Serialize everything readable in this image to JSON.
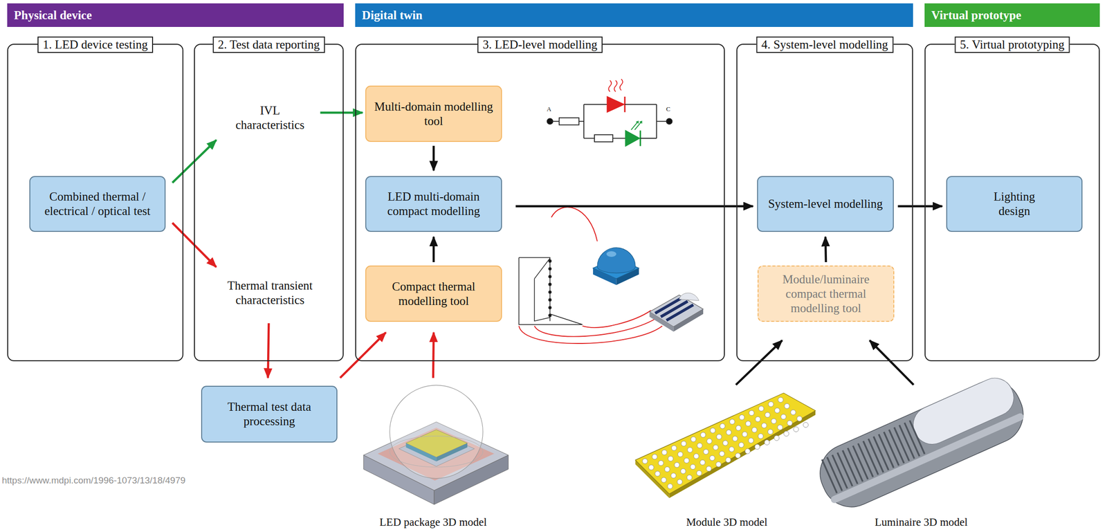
{
  "diagram": {
    "nodes": [
      {
        "text": [
          "Physical device"
        ]
      },
      {
        "text": [
          "Digital twin"
        ]
      },
      {
        "text": [
          "Virtual prototype"
        ]
      },
      {
        "text": [
          "1. LED device testing"
        ]
      },
      {
        "text": [
          "Combined thermal / electrical / optical test"
        ],
        "in": 3
      },
      {
        "text": [
          "2. Test data reporting"
        ]
      },
      {
        "text": [
          "IVL characteristics"
        ],
        "in": 5
      },
      {
        "text": [
          "Thermal transient characteristics"
        ],
        "in": 5
      },
      {
        "text": [
          "3. LED-level modelling"
        ]
      },
      {
        "text": [
          "Multi-domain modelling tool"
        ],
        "in": 8
      },
      {
        "text": [
          "LED multi-domain compact modelling"
        ],
        "in": 8
      },
      {
        "text": [
          "Compact thermal modelling tool"
        ],
        "in": 8
      },
      {
        "text": [
          "4. System-level modelling"
        ]
      },
      {
        "text": [
          "System-level modelling"
        ],
        "in": 12
      },
      {
        "text": [
          "Module/luminaire compact thermal modelling tool"
        ],
        "in": 12
      },
      {
        "text": [
          "5. Virtual prototyping"
        ]
      },
      {
        "text": [
          "Lighting design"
        ],
        "in": 15
      },
      {
        "text": [
          "Thermal test data processing"
        ]
      },
      {
        "text": [
          "LED package 3D model"
        ]
      },
      {
        "text": [
          "Module 3D model"
        ]
      },
      {
        "text": [
          "Luminaire 3D model"
        ]
      }
    ],
    "edges": [
      {
        "from": 4,
        "to": 6,
        "arrow": "to"
      },
      {
        "from": 4,
        "to": 7,
        "arrow": "to"
      },
      {
        "from": 6,
        "to": 9,
        "arrow": "to"
      },
      {
        "from": 7,
        "to": 17,
        "arrow": "to"
      },
      {
        "from": 17,
        "to": 11,
        "arrow": "to"
      },
      {
        "from": 18,
        "to": 11,
        "arrow": "to"
      },
      {
        "from": 9,
        "to": 10,
        "arrow": "to"
      },
      {
        "from": 11,
        "to": 10,
        "arrow": "to"
      },
      {
        "from": 10,
        "to": 13,
        "arrow": "to"
      },
      {
        "from": 14,
        "to": 13,
        "arrow": "to"
      },
      {
        "from": 19,
        "to": 14,
        "arrow": "to"
      },
      {
        "from": 20,
        "to": 14,
        "arrow": "to"
      },
      {
        "from": 13,
        "to": 16,
        "arrow": "to"
      }
    ],
    "labels": [
      "A",
      "C",
      "https://www.mdpi.com/1996-1073/13/18/4979"
    ]
  }
}
